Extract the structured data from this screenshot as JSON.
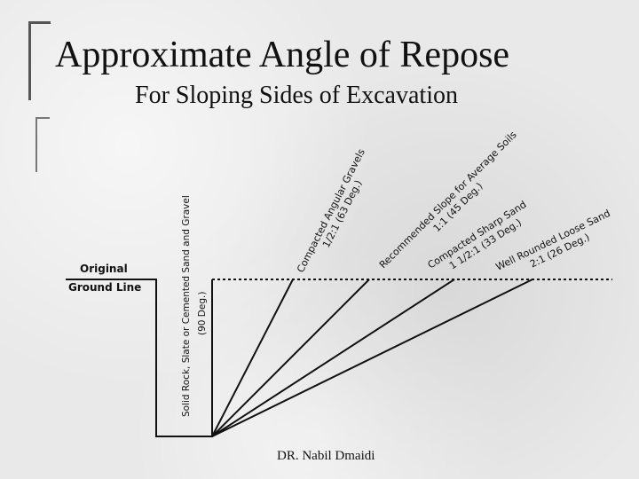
{
  "title": "Approximate Angle of Repose",
  "subtitle": "For Sloping Sides of Excavation",
  "footer": "DR. Nabil Dmaidi",
  "ground_label": {
    "line1": "Original",
    "line2": "Ground Line"
  },
  "vertical_label": {
    "line1": "Solid Rock, Slate or Cemented Sand and Gravel",
    "line2": "(90 Deg.)"
  },
  "slopes": [
    {
      "id": "compacted-angular-gravels",
      "line1": "Compacted Angular Gravels",
      "line2": "1/2:1 (63 Deg.)"
    },
    {
      "id": "recommended-slope",
      "line1": "Recommended Slope for Average Soils",
      "line2": "1:1 (45 Deg.)"
    },
    {
      "id": "compacted-sharp-sand",
      "line1": "Compacted Sharp Sand",
      "line2": "1 1/2:1 (33 Deg.)"
    },
    {
      "id": "well-rounded-loose-sand",
      "line1": "Well Rounded Loose Sand",
      "line2": "2:1 (26 Deg.)"
    }
  ]
}
